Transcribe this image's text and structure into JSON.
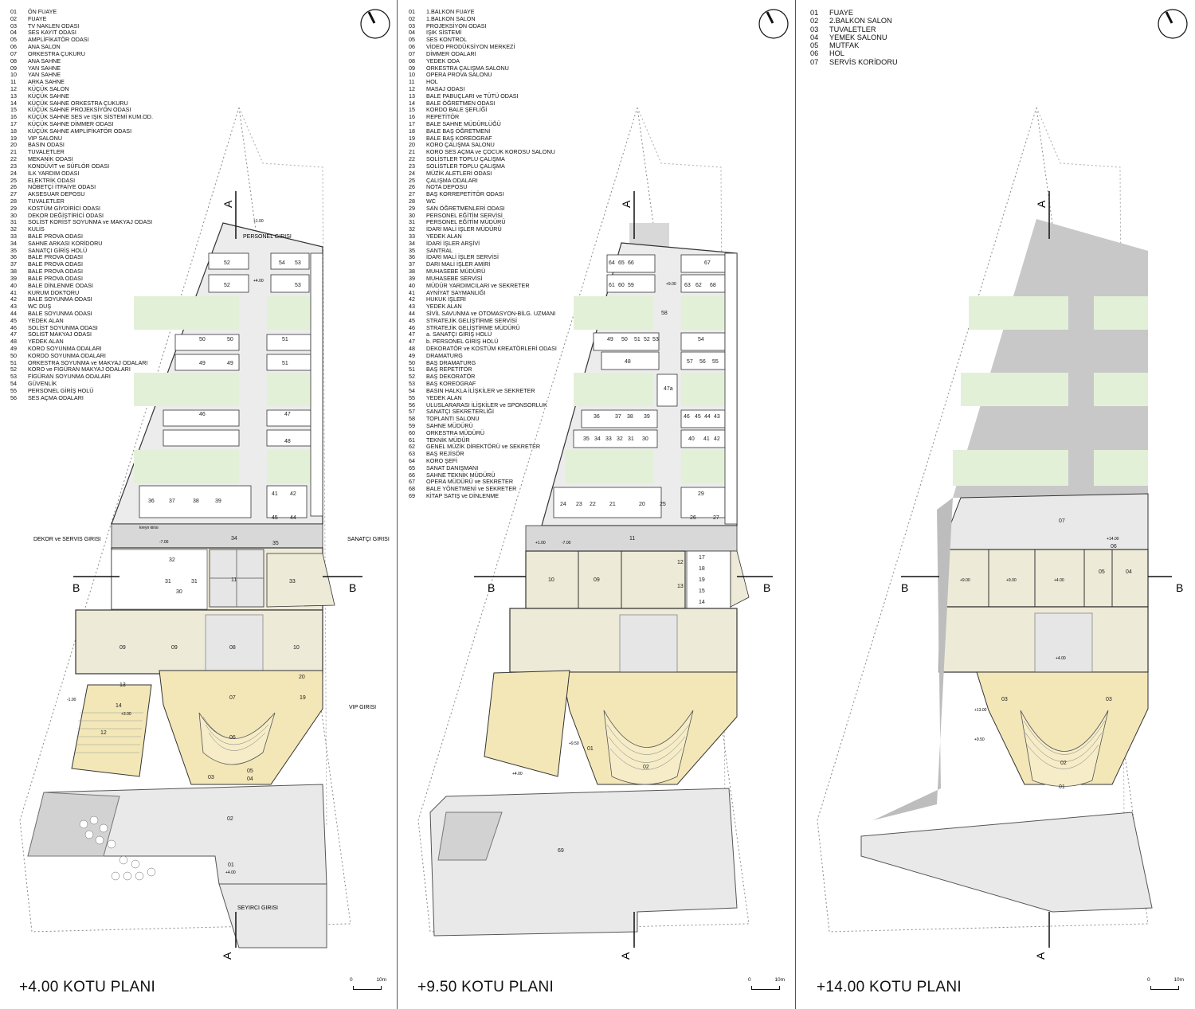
{
  "panels": [
    {
      "title": "+4.00 KOTU PLANI",
      "legend": [
        [
          "01",
          "ÖN FUAYE"
        ],
        [
          "02",
          "FUAYE"
        ],
        [
          "03",
          "TV NAKLEN ODASI"
        ],
        [
          "04",
          "SES KAYIT ODASI"
        ],
        [
          "05",
          "AMPLİFİKATÖR ODASI"
        ],
        [
          "06",
          "ANA SALON"
        ],
        [
          "07",
          "ORKESTRA ÇUKURU"
        ],
        [
          "08",
          "ANA SAHNE"
        ],
        [
          "09",
          "YAN SAHNE"
        ],
        [
          "10",
          "YAN SAHNE"
        ],
        [
          "11",
          "ARKA SAHNE"
        ],
        [
          "12",
          "KÜÇÜK SALON"
        ],
        [
          "13",
          "KÜÇÜK SAHNE"
        ],
        [
          "14",
          "KÜÇÜK SAHNE ORKESTRA ÇUKURU"
        ],
        [
          "15",
          "KÜÇÜK SAHNE PROJEKSİYON ODASI"
        ],
        [
          "16",
          "KÜÇÜK SAHNE SES ve IŞIK SİSTEMİ KUM.OD."
        ],
        [
          "17",
          "KÜÇÜK SAHNE DİMMER ODASI"
        ],
        [
          "18",
          "KÜÇÜK SAHNE AMPLİFİKATÖR ODASI"
        ],
        [
          "19",
          "VIP SALONU"
        ],
        [
          "20",
          "BASIN ODASI"
        ],
        [
          "21",
          "TUVALETLER"
        ],
        [
          "22",
          "MEKANİK ODASI"
        ],
        [
          "23",
          "KONDÜVİT ve SÜFLÖR ODASI"
        ],
        [
          "24",
          "İLK YARDIM ODASI"
        ],
        [
          "25",
          "ELEKTRİK ODASI"
        ],
        [
          "26",
          "NÖBETÇİ İTFAİYE ODASI"
        ],
        [
          "27",
          "AKSESUAR DEPOSU"
        ],
        [
          "28",
          "TUVALETLER"
        ],
        [
          "29",
          "KOSTÜM GİYDİRİCİ ODASI"
        ],
        [
          "30",
          "DEKOR DEĞİŞTİRİCİ ODASI"
        ],
        [
          "31",
          "SOLİST KORİST SOYUNMA ve MAKYAJ ODASI"
        ],
        [
          "32",
          "KULİS"
        ],
        [
          "33",
          "BALE PROVA ODASI"
        ],
        [
          "34",
          "SAHNE ARKASI KORİDORU"
        ],
        [
          "35",
          "SANATÇI GİRİŞ HOLÜ"
        ],
        [
          "36",
          "BALE PROVA ODASI"
        ],
        [
          "37",
          "BALE PROVA ODASI"
        ],
        [
          "38",
          "BALE PROVA ODASI"
        ],
        [
          "39",
          "BALE PROVA ODASI"
        ],
        [
          "40",
          "BALE DİNLENME ODASI"
        ],
        [
          "41",
          "KURUM DOKTORU"
        ],
        [
          "42",
          "BALE SOYUNMA ODASI"
        ],
        [
          "43",
          "WC DUŞ"
        ],
        [
          "44",
          "BALE SOYUNMA ODASI"
        ],
        [
          "45",
          "YEDEK ALAN"
        ],
        [
          "46",
          "SOLİST SOYUNMA ODASI"
        ],
        [
          "47",
          "SOLİST MAKYAJ ODASI"
        ],
        [
          "48",
          "YEDEK ALAN"
        ],
        [
          "49",
          "KORO SOYUNMA ODALARI"
        ],
        [
          "50",
          "KORDO SOYUNMA ODALARI"
        ],
        [
          "51",
          "ORKESTRA SOYUNMA ve MAKYAJ ODALARI"
        ],
        [
          "52",
          "KORO ve FİGÜRAN MAKYAJ ODALARI"
        ],
        [
          "53",
          "FİGÜRAN SOYUNMA ODALARI"
        ],
        [
          "54",
          "GÜVENLİK"
        ],
        [
          "55",
          "PERSONEL GİRİŞ HOLÜ"
        ],
        [
          "56",
          "SES AÇMA ODALARI"
        ]
      ]
    },
    {
      "title": "+9.50 KOTU PLANI",
      "legend": [
        [
          "01",
          "1.BALKON FUAYE"
        ],
        [
          "02",
          "1.BALKON SALON"
        ],
        [
          "03",
          "PROJEKSİYON ODASI"
        ],
        [
          "04",
          "IŞIK SİSTEMİ"
        ],
        [
          "05",
          "SES KONTROL"
        ],
        [
          "06",
          "VİDEO PRODÜKSİYON MERKEZİ"
        ],
        [
          "07",
          "DİMMER ODALARI"
        ],
        [
          "08",
          "YEDEK ODA"
        ],
        [
          "09",
          "ORKESTRA ÇALIŞMA SALONU"
        ],
        [
          "10",
          "OPERA PROVA SALONU"
        ],
        [
          "11",
          "HOL"
        ],
        [
          "12",
          "MASAJ ODASI"
        ],
        [
          "13",
          "BALE PABUÇLARI ve TÜTÜ ODASI"
        ],
        [
          "14",
          "BALE ÖĞRETMEN ODASI"
        ],
        [
          "15",
          "KORDO BALE ŞEFLİĞİ"
        ],
        [
          "16",
          "REPETİTÖR"
        ],
        [
          "17",
          "BALE SAHNE MÜDÜRLÜĞÜ"
        ],
        [
          "18",
          "BALE BAŞ ÖĞRETMENİ"
        ],
        [
          "19",
          "BALE BAŞ KOREOGRAF"
        ],
        [
          "20",
          "KORO ÇALIŞMA SALONU"
        ],
        [
          "21",
          "KORO SES AÇMA ve ÇOCUK KOROSU SALONU"
        ],
        [
          "22",
          "SOLİSTLER TOPLU ÇALIŞMA"
        ],
        [
          "23",
          "SOLİSTLER TOPLU ÇALIŞMA"
        ],
        [
          "24",
          "MÜZİK ALETLERİ ODASI"
        ],
        [
          "25",
          "ÇALIŞMA ODALARI"
        ],
        [
          "26",
          "NOTA DEPOSU"
        ],
        [
          "27",
          "BAŞ KORREPETİTÖR ODASI"
        ],
        [
          "28",
          "WC"
        ],
        [
          "29",
          "SAN ÖĞRETMENLERİ ODASI"
        ],
        [
          "30",
          "PERSONEL EĞİTİM SERVİSİ"
        ],
        [
          "31",
          "PERSONEL EĞİTİM MÜDÜRÜ"
        ],
        [
          "32",
          "İDARİ MALİ İŞLER MÜDÜRÜ"
        ],
        [
          "33",
          "YEDEK ALAN"
        ],
        [
          "34",
          "İDARİ İŞLER ARŞİVİ"
        ],
        [
          "35",
          "SANTRAL"
        ],
        [
          "36",
          "İDARİ MALİ İŞLER SERVİSİ"
        ],
        [
          "37",
          "DARI MALİ İŞLER AMİRİ"
        ],
        [
          "38",
          "MUHASEBE MÜDÜRÜ"
        ],
        [
          "39",
          "MUHASEBE SERVİSİ"
        ],
        [
          "40",
          "MÜDÜR YARDIMCILARI ve SEKRETER"
        ],
        [
          "41",
          "AYNİYAT SAYMANLIĞI"
        ],
        [
          "42",
          "HUKUK İŞLERİ"
        ],
        [
          "43",
          "YEDEK ALAN"
        ],
        [
          "44",
          "SİVİL SAVUNMA ve OTOMASYON-BİLG. UZMANI"
        ],
        [
          "45",
          "STRATEJİK GELİŞTİRME SERVİSİ"
        ],
        [
          "46",
          "STRATEJİK GELİŞTİRME MÜDÜRÜ"
        ],
        [
          "47",
          "a. SANATÇI GİRİŞ HOLÜ"
        ],
        [
          "47",
          "b. PERSONEL GİRİŞ HOLÜ"
        ],
        [
          "48",
          "DEKORATÖR ve KOSTÜM KREATÖRLERİ ODASI"
        ],
        [
          "49",
          "DRAMATURG"
        ],
        [
          "50",
          "BAŞ DRAMATURG"
        ],
        [
          "51",
          "BAŞ REPETİTÖR"
        ],
        [
          "52",
          "BAŞ DEKORATÖR"
        ],
        [
          "53",
          "BAŞ KOREOGRAF"
        ],
        [
          "54",
          "BASIN HALKLA İLİŞKİLER ve SEKRETER"
        ],
        [
          "55",
          "YEDEK ALAN"
        ],
        [
          "56",
          "ULUSLARARASI İLİŞKİLER ve SPONSORLUK"
        ],
        [
          "57",
          "SANATÇI SEKRETERLİĞİ"
        ],
        [
          "58",
          "TOPLANTI SALONU"
        ],
        [
          "59",
          "SAHNE MÜDÜRÜ"
        ],
        [
          "60",
          "ORKESTRA MÜDÜRÜ"
        ],
        [
          "61",
          "TEKNİK MÜDÜR"
        ],
        [
          "62",
          "GENEL MÜZİK DİREKTÖRÜ ve SEKRETER"
        ],
        [
          "63",
          "BAŞ REJİSÖR"
        ],
        [
          "64",
          "KORO ŞEFİ"
        ],
        [
          "65",
          "SANAT DANIŞMANI"
        ],
        [
          "66",
          "SAHNE TEKNİK MÜDÜRÜ"
        ],
        [
          "67",
          "OPERA MÜDÜRÜ ve SEKRETER"
        ],
        [
          "68",
          "BALE YÖNETMENİ ve SEKRETER"
        ],
        [
          "69",
          "KİTAP SATIŞ ve DİNLENME"
        ]
      ]
    },
    {
      "title": "+14.00 KOTU PLANI",
      "legend": [
        [
          "01",
          "FUAYE"
        ],
        [
          "02",
          "2.BALKON SALON"
        ],
        [
          "03",
          "TUVALETLER"
        ],
        [
          "04",
          "YEMEK SALONU"
        ],
        [
          "05",
          "MUTFAK"
        ],
        [
          "06",
          "HOL"
        ],
        [
          "07",
          "SERVİS KORİDORU"
        ]
      ]
    }
  ],
  "section_marks": {
    "a": "A",
    "b": "B"
  },
  "scale": {
    "zero": "0",
    "ten": "10m"
  },
  "plan1": {
    "entrances": [
      "PERSONEL GIRISI",
      "DEKOR ve SERVIS GIRISI",
      "SANATÇI GIRISI",
      "VIP GIRISI",
      "SEYIRCI GIRISI"
    ],
    "levels": [
      "+1.00",
      "+4.00",
      "+3.00",
      "-1.00",
      "-7.00"
    ],
    "kreyn": "kreyn kirisi"
  },
  "plan2": {
    "levels": [
      "+9.00",
      "+9.50",
      "+4.00",
      "+1.00",
      "-7.00"
    ]
  },
  "plan3": {
    "levels": [
      "+9.00",
      "+4.00",
      "+13.00",
      "+9.50",
      "+14.00"
    ]
  },
  "colors": {
    "yellow": "#f3e7b8",
    "cream": "#eeead8",
    "green": "#e3f0d8",
    "gray": "#d8d8d8",
    "lightgray": "#e9e9e9",
    "dark": "#bfbfbf"
  }
}
